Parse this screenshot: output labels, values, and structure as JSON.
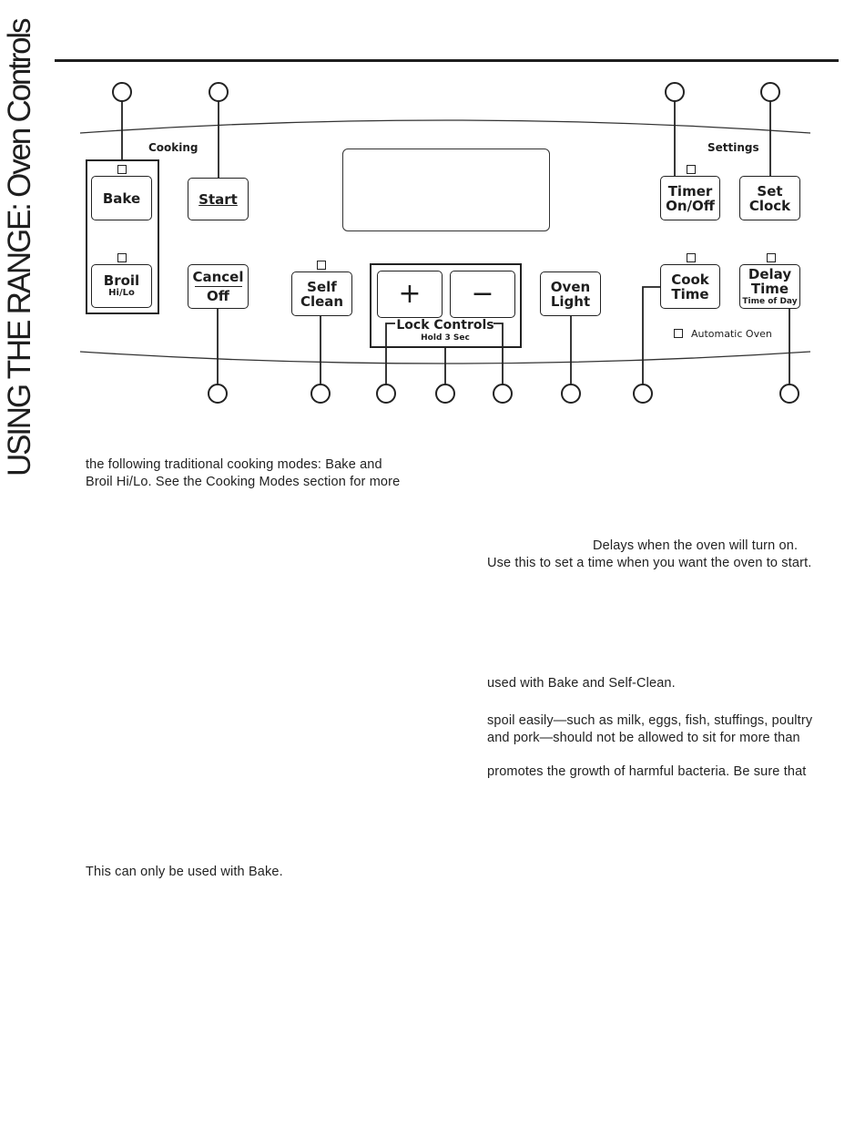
{
  "section_title": "USING THE RANGE: Oven Controls",
  "panel": {
    "cooking_label": "Cooking",
    "settings_label": "Settings",
    "automatic_oven_label": "Automatic Oven",
    "buttons": {
      "bake": "Bake",
      "broil": "Broil",
      "broil_sub": "Hi/Lo",
      "start": "Start",
      "cancel": "Cancel",
      "off": "Off",
      "self": "Self",
      "clean": "Clean",
      "plus": "+",
      "minus": "−",
      "oven": "Oven",
      "light": "Light",
      "timer": "Timer",
      "on_off": "On/Off",
      "set": "Set",
      "clock": "Clock",
      "cook": "Cook",
      "time": "Time",
      "delay": "Delay",
      "delay_time": "Time",
      "time_of_day": "Time of Day"
    },
    "lock_controls": "Lock Controls",
    "lock_hold": "Hold 3 Sec"
  },
  "text": {
    "left1": "the following traditional cooking modes: Bake and",
    "left2": "Broil Hi/Lo. See the Cooking Modes section for more",
    "left3": "This can only be used with Bake.",
    "right1": "Delays when the oven will turn on.",
    "right2": "Use this to set a time when you want the oven to start.",
    "right3": "used with Bake and Self-Clean.",
    "right4": "spoil easily—such as milk, eggs, fish, stuffings, poultry",
    "right5": "and pork—should not be allowed to sit for more than",
    "right6": "promotes the growth of harmful bacteria. Be sure that"
  }
}
